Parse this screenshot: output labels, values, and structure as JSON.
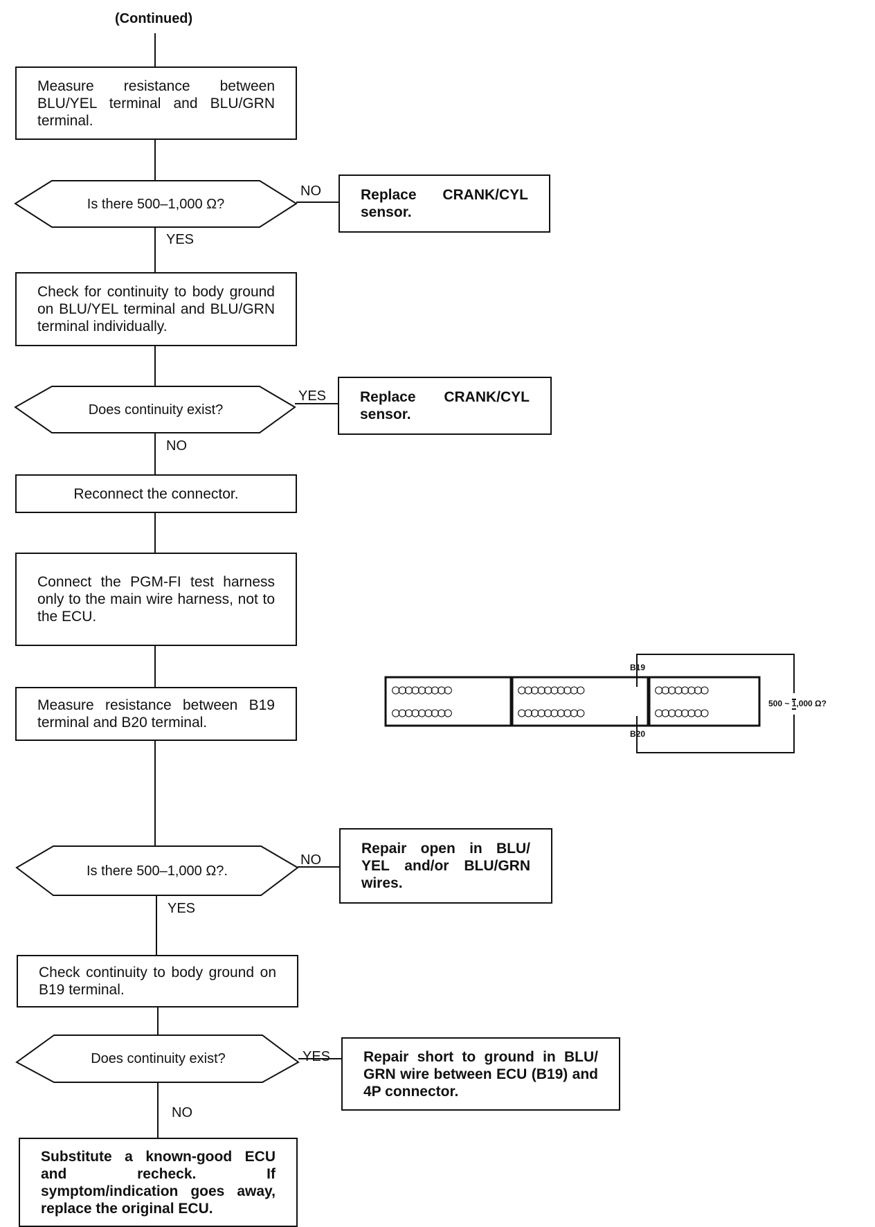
{
  "header": {
    "title": "(Continued)"
  },
  "steps": {
    "measure_blu": "Measure resistance between BLU/YEL terminal and BLU/GRN terminal.",
    "check_ground_blu": "Check for continuity to body ground on BLU/YEL terminal and BLU/GRN terminal individually.",
    "reconnect": "Reconnect the connector.",
    "connect_harness": "Connect the PGM-FI test harness only to the main wire harness, not to the ECU.",
    "measure_b19": "Measure resistance between B19 terminal and B20 terminal.",
    "check_ground_b19": "Check continuity to body ground on B19 terminal.",
    "substitute_ecu": "Substitute a known-good ECU and recheck. If symptom/indication goes away, replace the original ECU."
  },
  "decisions": {
    "d1": "Is there 500–1,000 Ω?",
    "d2": "Does continuity exist?",
    "d3": "Is there 500–1,000 Ω?.",
    "d4": "Does continuity exist?"
  },
  "actions": {
    "replace_sensor_1": "Replace CRANK/CYL sensor.",
    "replace_sensor_2": "Replace CRANK/CYL sensor.",
    "repair_open": "Repair open in BLU/ YEL and/or BLU/GRN wires.",
    "repair_short": "Repair short to ground in BLU/ GRN wire between ECU (B19) and 4P connector."
  },
  "branch_labels": {
    "d1_side": "NO",
    "d1_down": "YES",
    "d2_side": "YES",
    "d2_down": "NO",
    "d3_side": "NO",
    "d3_down": "YES",
    "d4_side": "YES",
    "d4_down": "NO"
  },
  "connector": {
    "pin_top": "B19",
    "pin_bottom": "B20",
    "resistance": "500 ~ 1,000 Ω?",
    "row_a_left": "○○○○○○○○○",
    "row_a_mid": "○○○○○○○○○○",
    "row_a_right": "○○○○○○○○",
    "row_b_left": "○○○○○○○○○",
    "row_b_mid": "○○○○○○○○○○",
    "row_b_right": "○○○○○○○○"
  }
}
